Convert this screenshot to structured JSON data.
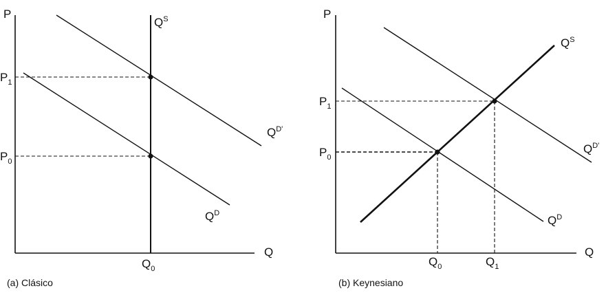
{
  "panel_a": {
    "caption": "(a) Clásico",
    "y_axis": "P",
    "x_axis": "Q",
    "supply": {
      "base": "Q",
      "sup": "S"
    },
    "demand": {
      "base": "Q",
      "sup": "D"
    },
    "demand_shifted": {
      "base": "Q",
      "sup": "D'"
    },
    "p1": {
      "base": "P",
      "sub": "1"
    },
    "p0": {
      "base": "P",
      "sub": "0"
    },
    "q0": {
      "base": "Q",
      "sub": "0"
    }
  },
  "panel_b": {
    "caption": "(b) Keynesiano",
    "y_axis": "P",
    "x_axis": "Q",
    "supply": {
      "base": "Q",
      "sup": "S"
    },
    "demand": {
      "base": "Q",
      "sup": "D"
    },
    "demand_shifted": {
      "base": "Q",
      "sup": "D'"
    },
    "p1": {
      "base": "P",
      "sub": "1"
    },
    "p0": {
      "base": "P",
      "sub": "0"
    },
    "q0": {
      "base": "Q",
      "sub": "0"
    },
    "q1": {
      "base": "Q",
      "sub": "1"
    }
  }
}
